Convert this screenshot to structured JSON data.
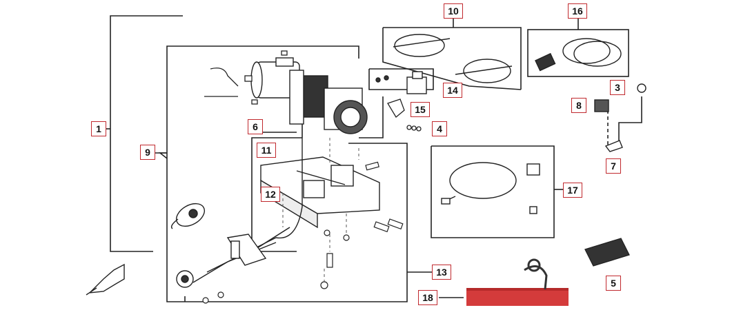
{
  "diagram": {
    "callouts": {
      "c1": "1",
      "c3": "3",
      "c4": "4",
      "c5": "5",
      "c6": "6",
      "c7": "7",
      "c8": "8",
      "c9": "9",
      "c10": "10",
      "c11": "11",
      "c12": "12",
      "c13": "13",
      "c14": "14",
      "c15": "15",
      "c16": "16",
      "c17": "17",
      "c18": "18"
    },
    "colors": {
      "callout_border": "#c0282d",
      "strap": "#d43b3b",
      "line": "#222222"
    }
  }
}
